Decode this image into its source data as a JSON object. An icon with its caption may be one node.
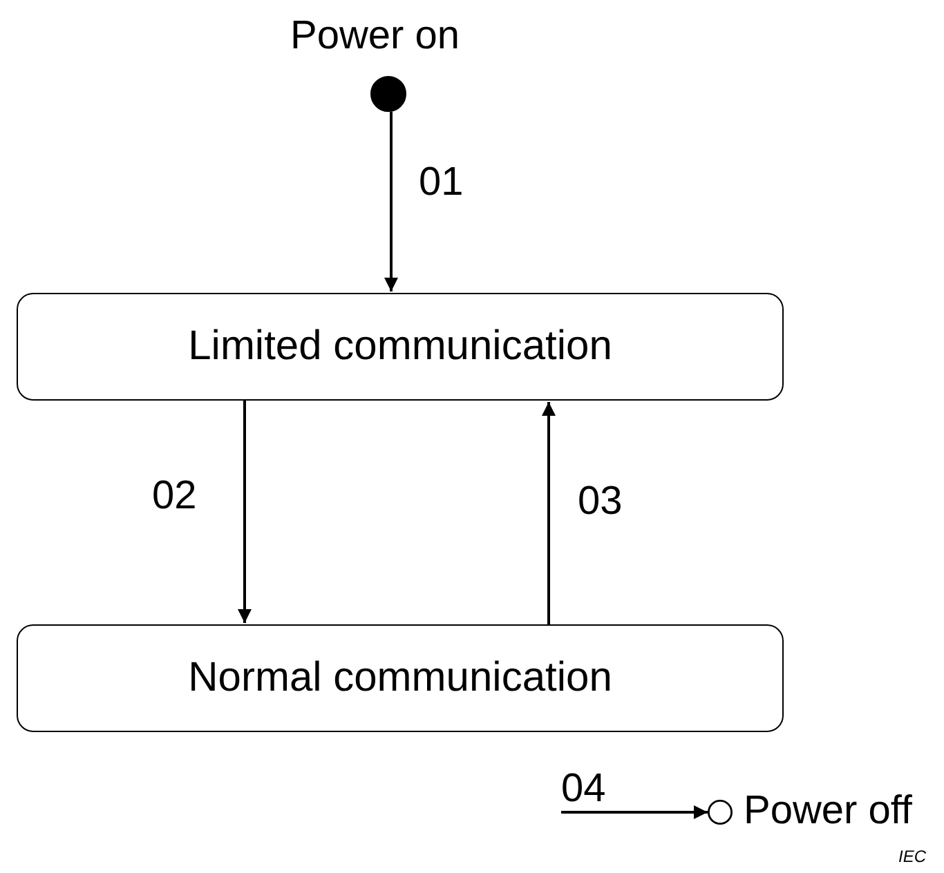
{
  "diagram": {
    "nodes": [
      {
        "text": [],
        "shape": "circle",
        "beside": [
          "Power on"
        ]
      },
      {
        "text": [
          "Limited communication"
        ]
      },
      {
        "text": [
          "Normal communication"
        ]
      },
      {
        "text": [],
        "shape": "circle",
        "beside": [
          "Power off"
        ]
      }
    ],
    "edges": [
      {
        "from": 0,
        "to": 1,
        "arrow": "to",
        "label": "01"
      },
      {
        "from": 1,
        "to": 2,
        "arrow": "to",
        "label": "02"
      },
      {
        "from": 2,
        "to": 1,
        "arrow": "to",
        "label": "03"
      },
      {
        "from": null,
        "to": 3,
        "arrow": "to",
        "label": "04"
      }
    ],
    "labels": [
      "IEC"
    ]
  }
}
